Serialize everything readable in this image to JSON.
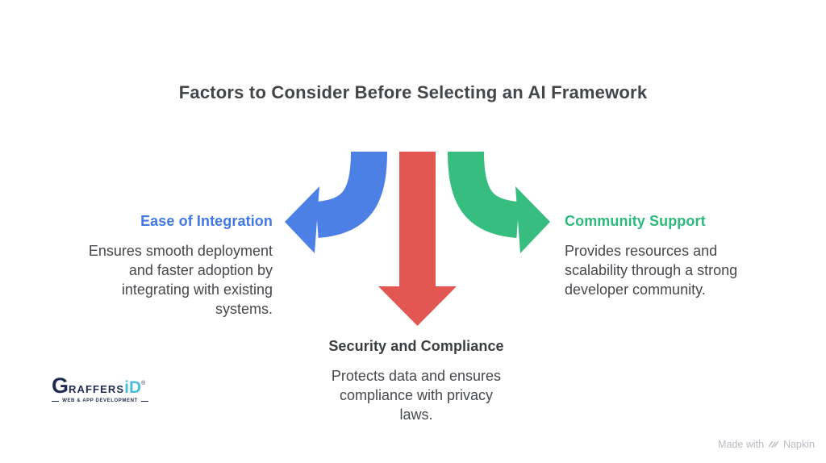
{
  "title": "Factors to Consider Before Selecting an AI Framework",
  "colors": {
    "arrow_blue": "#4d80e5",
    "arrow_red": "#e25752",
    "arrow_green": "#38bd80",
    "heading_blue": "#4178e6",
    "heading_green": "#2cba7a",
    "heading_dark": "#3a3d40",
    "body_text": "#45484c"
  },
  "factors": {
    "left": {
      "heading": "Ease of Integration",
      "body": "Ensures smooth deployment\nand faster adoption by\nintegrating with existing\nsystems."
    },
    "bottom": {
      "heading": "Security and Compliance",
      "body": "Protects data and ensures\ncompliance with privacy\nlaws."
    },
    "right": {
      "heading": "Community Support",
      "body": "Provides resources and\nscalability through a strong\ndeveloper community."
    }
  },
  "branding": {
    "logo_g": "G",
    "logo_rest": "RAFFERS",
    "logo_accent": "iD",
    "logo_reg": "®",
    "logo_tagline": "WEB & APP DEVELOPMENT"
  },
  "attribution": {
    "made_with": "Made with",
    "brand": "Napkin"
  }
}
